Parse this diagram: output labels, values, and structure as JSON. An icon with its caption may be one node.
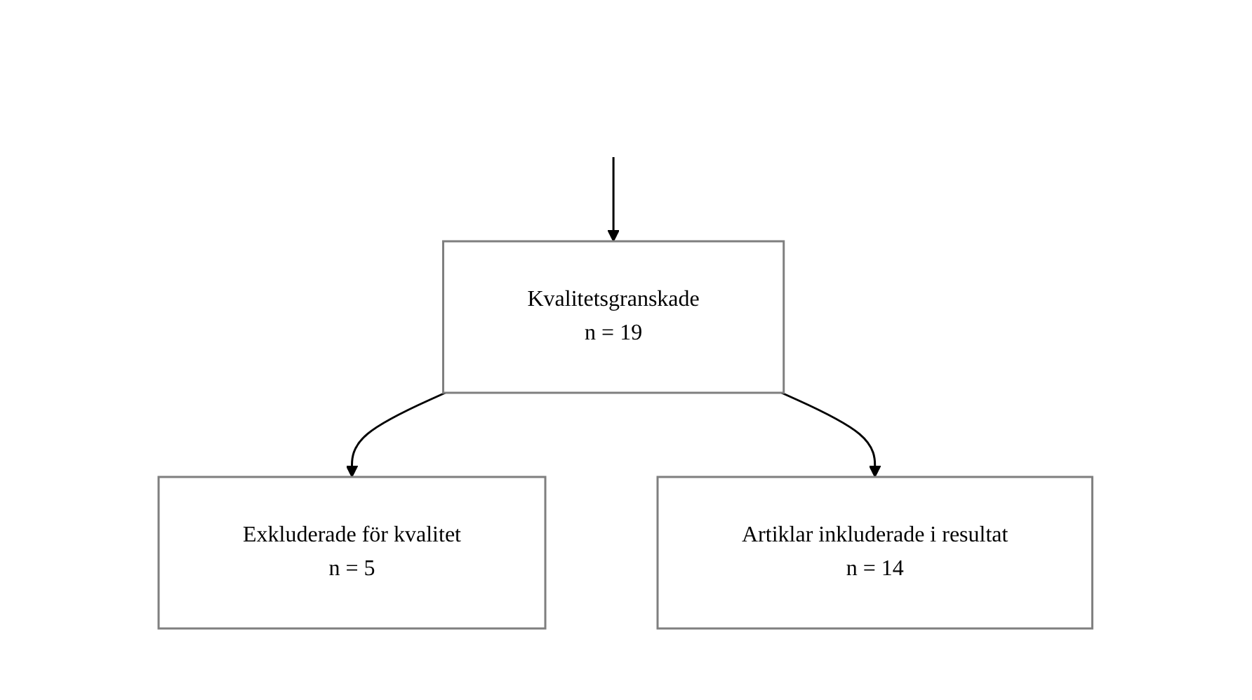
{
  "diagram": {
    "nodes": [
      {
        "text": [
          "Kvalitetsgranskade",
          "n = 19"
        ]
      },
      {
        "text": [
          "Exkluderade för kvalitet",
          "n = 5"
        ]
      },
      {
        "text": [
          "Artiklar inkluderade i resultat",
          "n = 14"
        ]
      }
    ],
    "edges": [
      {
        "from": null,
        "to": 0,
        "arrow": "to"
      },
      {
        "from": 0,
        "to": 1,
        "arrow": "to"
      },
      {
        "from": 0,
        "to": 2,
        "arrow": "to"
      }
    ]
  }
}
